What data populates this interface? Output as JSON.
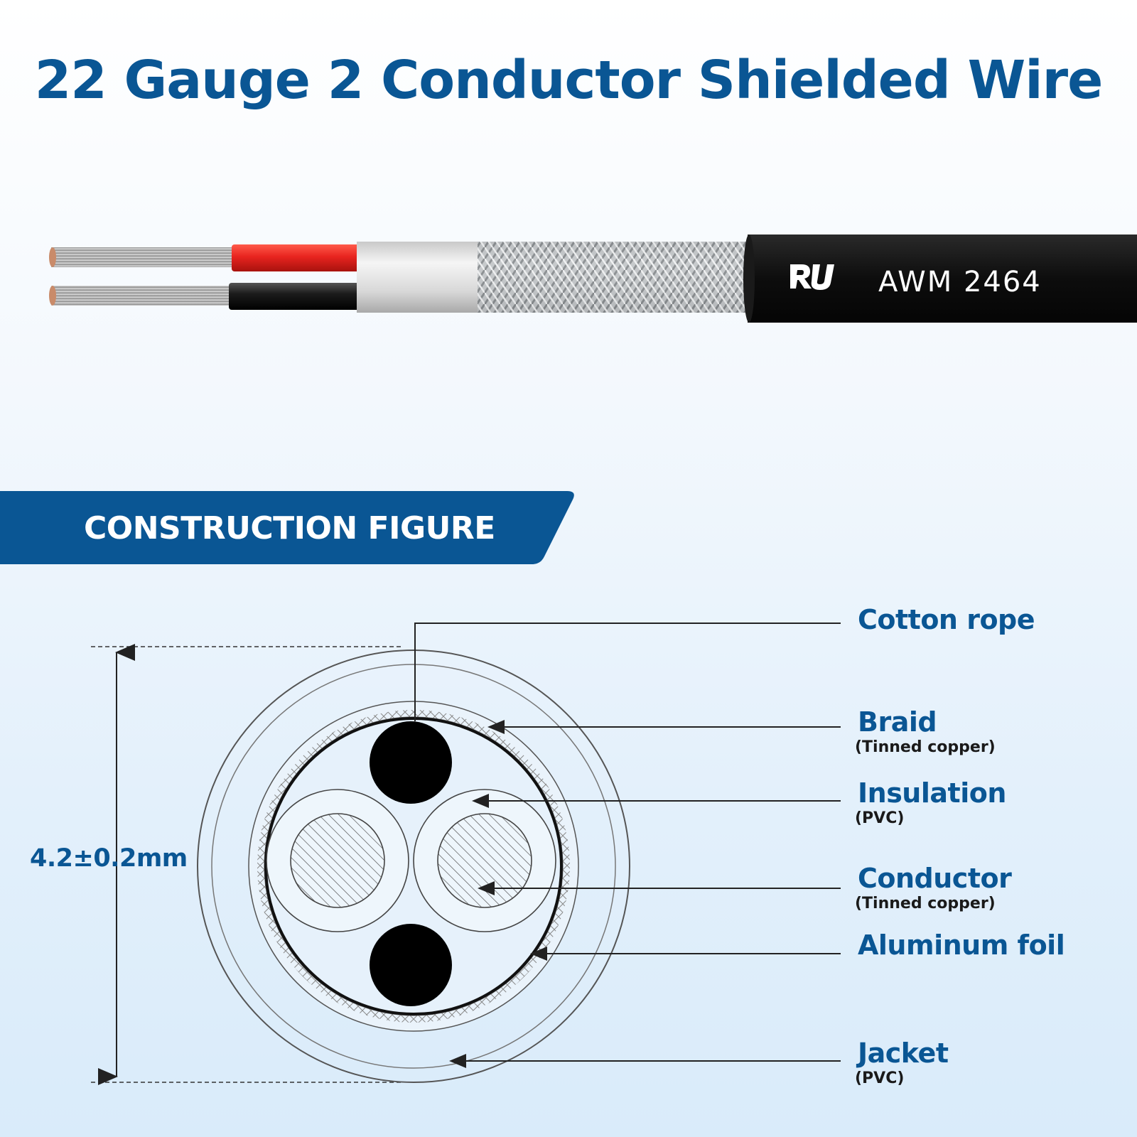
{
  "title": "22 Gauge 2 Conductor Shielded Wire",
  "cable": {
    "jacket_marking": "AWM 2464",
    "cert_logo": "UR recognized component mark",
    "colors": {
      "wire1": "#e8241f",
      "wire2": "#1c1c1c",
      "jacket": "#111111",
      "copper": "#d4a07a"
    }
  },
  "banner": {
    "label": "CONSTRUCTION FIGURE",
    "color": "#0a5694"
  },
  "dimension": {
    "label": "4.2±0.2mm"
  },
  "callouts": [
    {
      "name": "Cotton rope",
      "sub": ""
    },
    {
      "name": "Braid",
      "sub": "(Tinned copper)"
    },
    {
      "name": "Insulation",
      "sub": "(PVC)"
    },
    {
      "name": "Conductor",
      "sub": "(Tinned copper)"
    },
    {
      "name": "Aluminum foil",
      "sub": ""
    },
    {
      "name": "Jacket",
      "sub": "(PVC)"
    }
  ],
  "theme": {
    "accent": "#0a5694"
  }
}
